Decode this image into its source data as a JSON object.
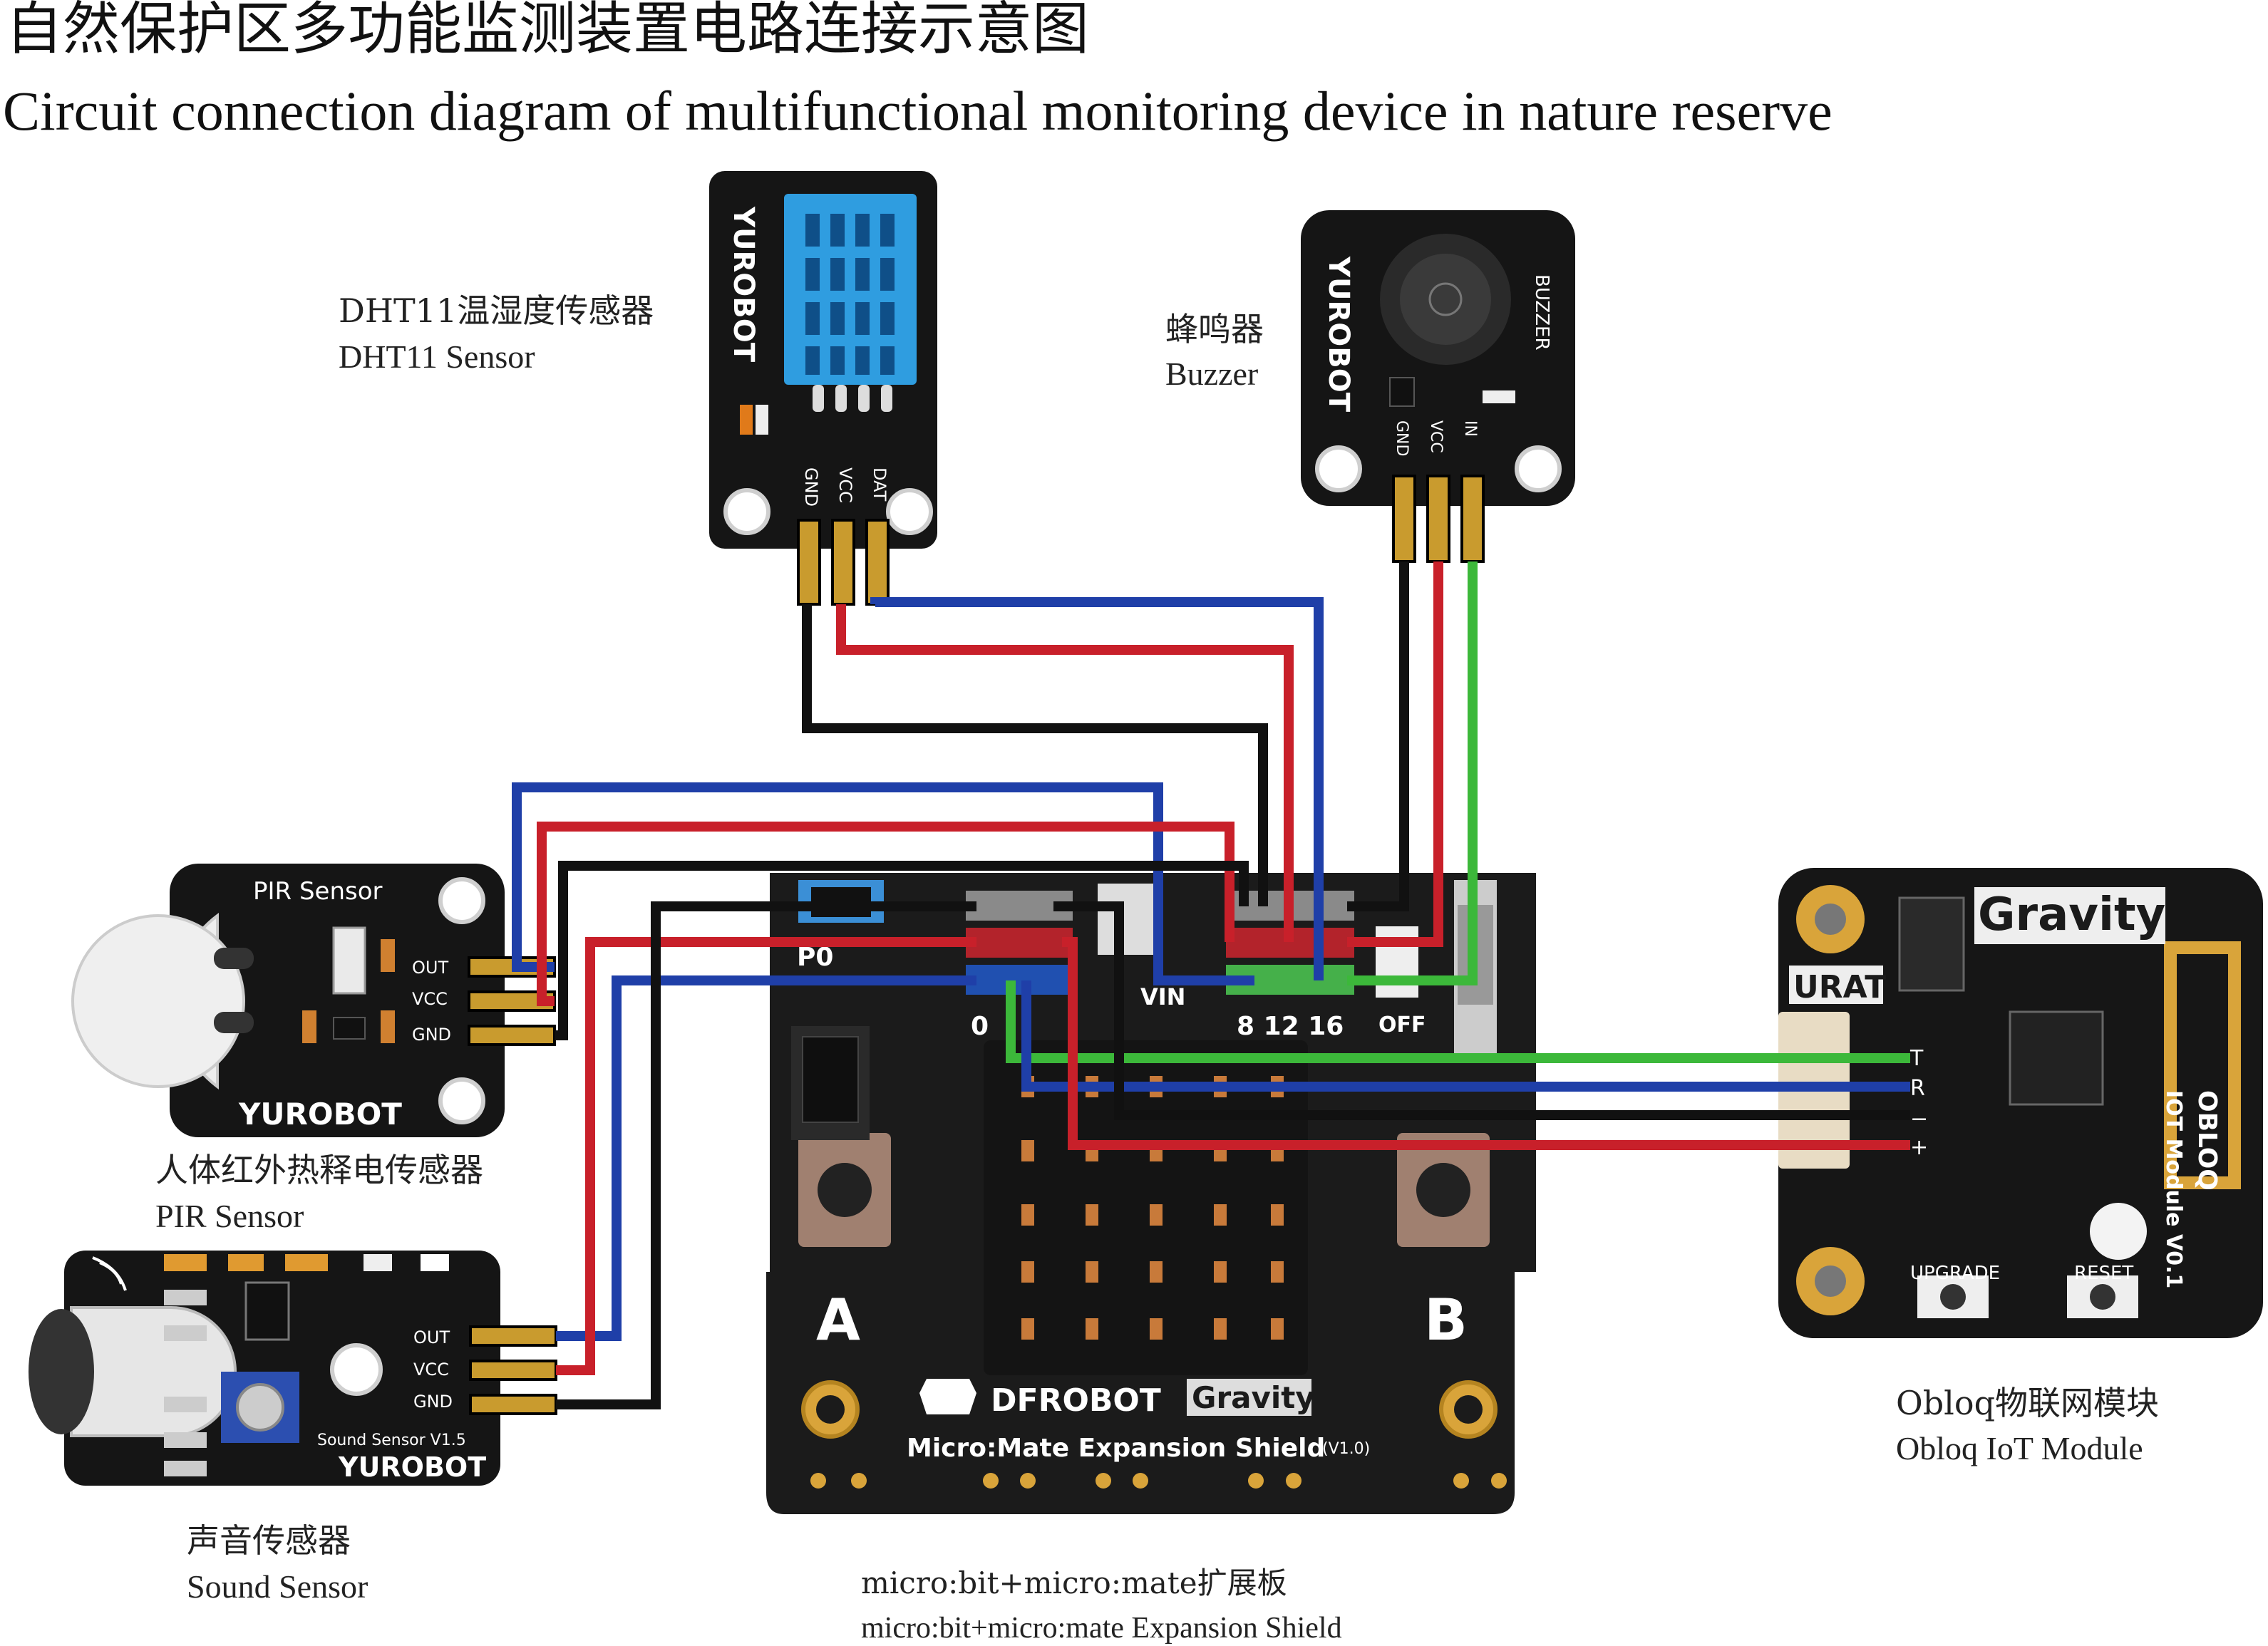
{
  "title": {
    "cn": "自然保护区多功能监测装置电路连接示意图",
    "en": "Circuit connection diagram of multifunctional monitoring device in nature reserve"
  },
  "components": {
    "dht11": {
      "label_cn": "DHT11温湿度传感器",
      "label_en": "DHT11 Sensor",
      "board_text": "DHT11 Sensor",
      "brand": "YUROBOT",
      "pins": [
        "GND",
        "VCC",
        "DAT"
      ]
    },
    "buzzer": {
      "label_cn": "蜂鸣器",
      "label_en": "Buzzer",
      "board_text": "BUZZER",
      "brand": "YUROBOT",
      "pins": [
        "GND",
        "VCC",
        "IN"
      ]
    },
    "pir": {
      "label_cn": "人体红外热释电传感器",
      "label_en": "PIR Sensor",
      "board_text": "PIR Sensor",
      "brand": "YUROBOT",
      "pins": [
        "OUT",
        "VCC",
        "GND"
      ]
    },
    "sound": {
      "label_cn": "声音传感器",
      "label_en": "Sound Sensor",
      "board_text": "Sound Sensor  V1.5",
      "brand": "YUROBOT",
      "pins": [
        "OUT",
        "VCC",
        "GND"
      ]
    },
    "shield": {
      "label_cn": "micro:bit+micro:mate扩展板",
      "label_en": "micro:bit+micro:mate Expansion Shield",
      "brand": "DFROBOT",
      "gravity": "Gravity",
      "name": "Micro:Mate Expansion Shield",
      "version": "(V1.0)",
      "pin_p0": "P0",
      "pin_0": "0",
      "pins_right": "8 12 16",
      "vin": "VIN",
      "off": "OFF",
      "btn_a": "A",
      "btn_b": "B"
    },
    "obloq": {
      "label_cn": "Obloq物联网模块",
      "label_en": "Obloq IoT Module",
      "gravity": "Gravity",
      "urat": "URAT",
      "side_text_1": "OBLOQ",
      "side_text_2": "IOT Module V0.1",
      "upgrade": "UPGRADE",
      "reset": "RESET",
      "pins": [
        "T",
        "R",
        "−",
        "+"
      ]
    }
  },
  "colors": {
    "wire_blue": "#1f3fa8",
    "wire_red": "#c8202a",
    "wire_black": "#111111",
    "wire_green": "#3cb83a",
    "board": "#1b1b1b",
    "gold": "#d9a43a"
  }
}
